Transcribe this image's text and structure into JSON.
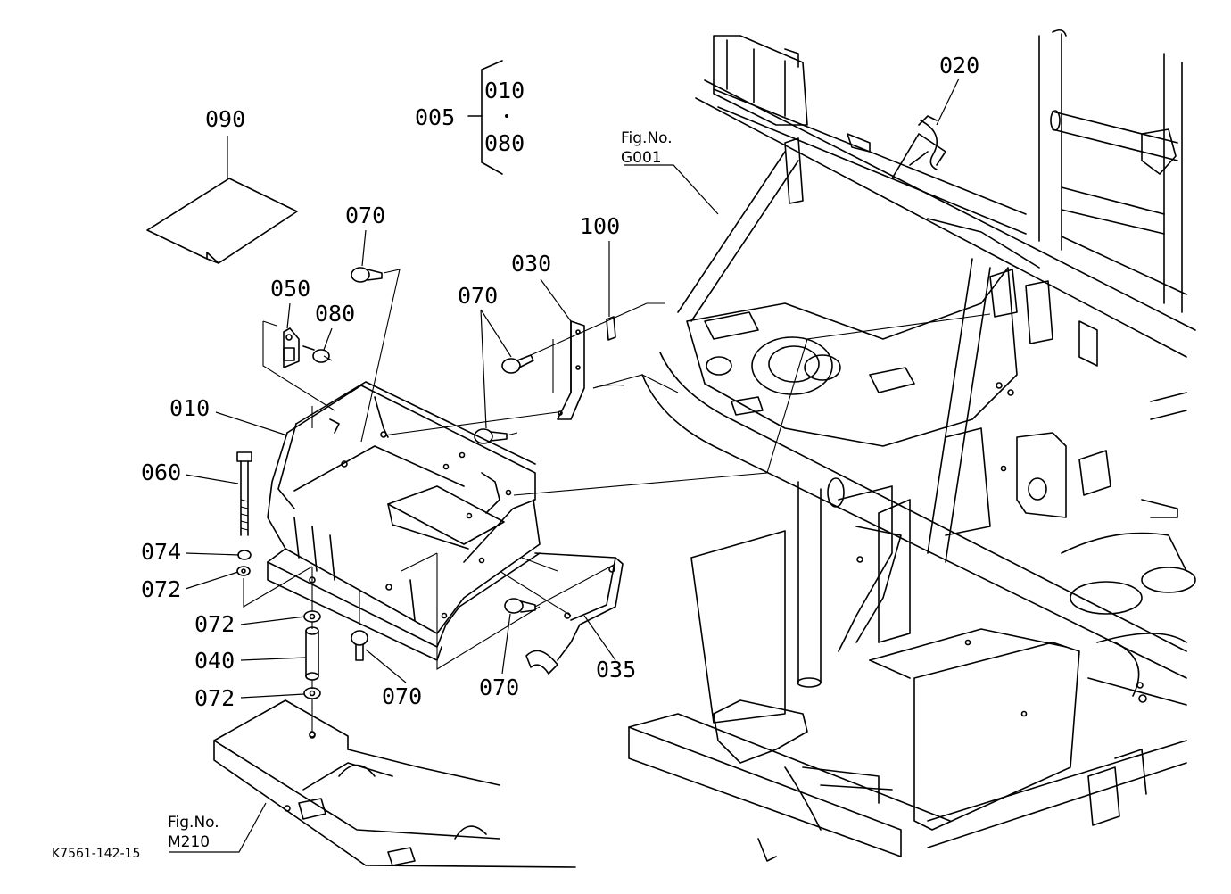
{
  "diagram": {
    "drawing_code": "K7561-142-15",
    "fig_refs": {
      "g001_label": "Fig.No.",
      "g001_code": "G001",
      "m210_label": "Fig.No.",
      "m210_code": "M210"
    },
    "group": {
      "parent": "005",
      "from": "010",
      "to": "080",
      "separator": "•"
    },
    "parts": {
      "p090": "090",
      "p020": "020",
      "p100": "100",
      "p030": "030",
      "p070_top": "070",
      "p070_mid": "070",
      "p050": "050",
      "p080": "080",
      "p010": "010",
      "p060": "060",
      "p074": "074",
      "p072_a": "072",
      "p072_b": "072",
      "p040": "040",
      "p072_c": "072",
      "p070_bottom": "070",
      "p070_right": "070",
      "p035": "035"
    }
  }
}
